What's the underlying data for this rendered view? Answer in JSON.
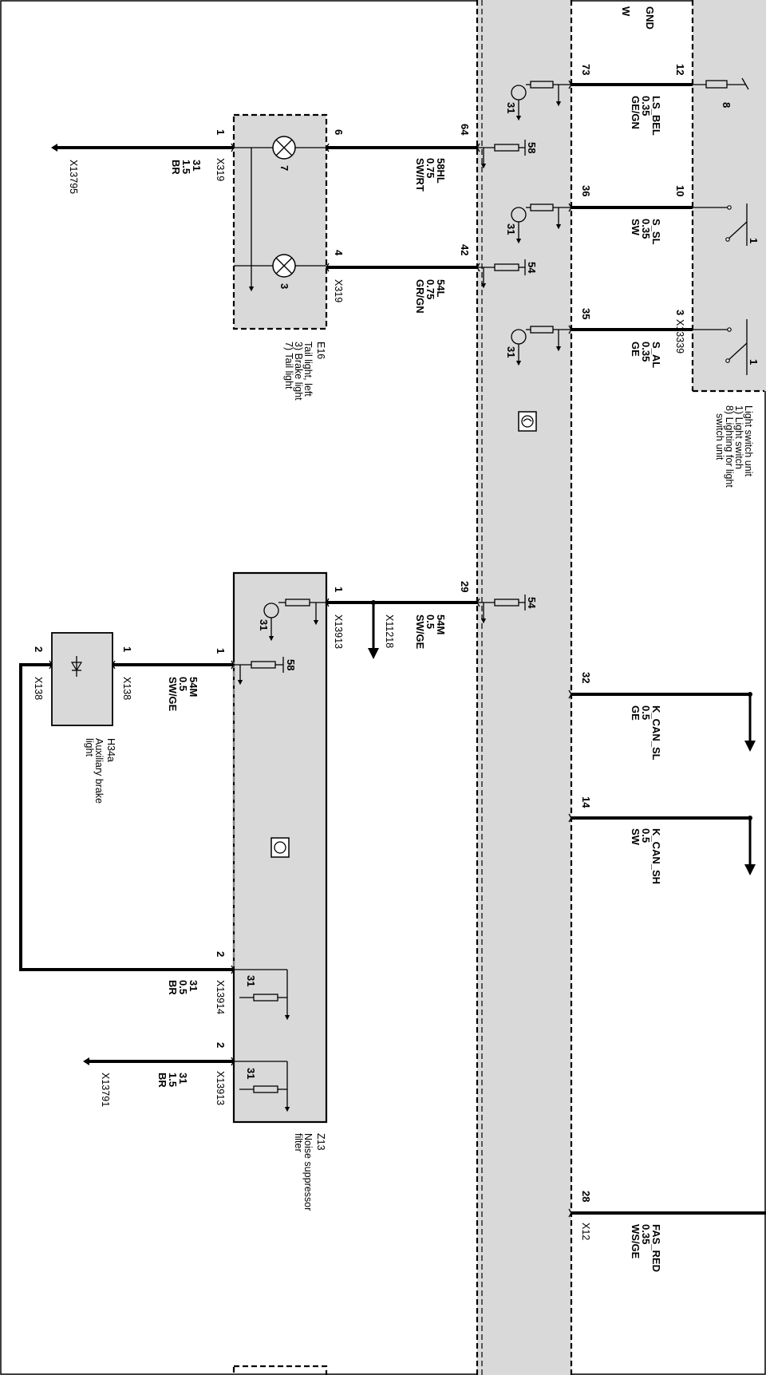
{
  "modules": {
    "light_switch_unit": {
      "header_text": "GND",
      "header_text_w": "W",
      "id": "X13339",
      "title": "Light switch unit",
      "item1": "1) Light switch",
      "item8": "8) Lighting for light",
      "item8_cont": "switch unit",
      "pin_12": "12",
      "pin_10": "10",
      "pin_3": "3",
      "comp_8": "8",
      "comp_1a": "1",
      "comp_1b": "1"
    },
    "e16": {
      "id": "E16",
      "title": "Tail light, left",
      "item3": "3) Brake light",
      "item7": "7) Tail light",
      "conn_top": "X319",
      "conn_bottom": "X319",
      "pin_1": "1",
      "pin_6": "6",
      "pin_4": "4",
      "lamp_7": "7",
      "lamp_3": "3"
    },
    "z13": {
      "id": "Z13",
      "title": "Noise suppressor",
      "title_cont": "filter",
      "conn_a": "X13913",
      "conn_b": "X13914",
      "conn_c": "X13913",
      "pin_1_top": "1",
      "pin_1_left": "1",
      "pin_2_a": "2",
      "pin_2_b": "2",
      "label_58": "58",
      "label_31_a": "31",
      "label_31_b": "31",
      "label_31_c": "31"
    },
    "h34a": {
      "id": "H34a",
      "title": "Auxiliary brake",
      "title_cont": "light",
      "conn_1": "X138",
      "conn_2": "X138",
      "pin_1": "1",
      "pin_2": "2"
    },
    "central": {
      "pin_73": "73",
      "pin_64": "64",
      "pin_36": "36",
      "pin_42": "42",
      "pin_35": "35",
      "pin_29": "29",
      "pin_32": "32",
      "pin_14": "14",
      "pin_28": "28",
      "label_58": "58",
      "label_54_a": "54",
      "label_54_b": "54",
      "label_31_a": "31",
      "label_31_b": "31",
      "label_31_c": "31",
      "conn_x12": "X12"
    }
  },
  "wires": {
    "ls_bel": {
      "signal": "LS_BEL",
      "size": "0.35",
      "color": "GE/GN"
    },
    "s_sl": {
      "signal": "S_SL",
      "size": "0.35",
      "color": "SW"
    },
    "s_al": {
      "signal": "S_AL",
      "size": "0.35",
      "color": "GE"
    },
    "w58hl": {
      "signal": "58HL",
      "size": "0.75",
      "color": "SW/RT"
    },
    "w54l": {
      "signal": "54L",
      "size": "0.75",
      "color": "GR/GN"
    },
    "w31_top": {
      "signal": "31",
      "size": "1.5",
      "color": "BR",
      "ground": "X13795"
    },
    "w54m_top": {
      "signal": "54M",
      "size": "0.5",
      "color": "SW/GE",
      "splice": "X11218"
    },
    "w54m_left": {
      "signal": "54M",
      "size": "0.5",
      "color": "SW/GE"
    },
    "k_can_sl": {
      "signal": "K_CAN_SL",
      "size": "0.5",
      "color": "GE"
    },
    "k_can_sh": {
      "signal": "K_CAN_SH",
      "size": "0.5",
      "color": "SW"
    },
    "w31_mid": {
      "signal": "31",
      "size": "0.5",
      "color": "BR"
    },
    "w31_bot": {
      "signal": "31",
      "size": "1.5",
      "color": "BR",
      "ground": "X13791"
    },
    "fas_red": {
      "signal": "FAS_RED",
      "size": "0.35",
      "color": "WS/GE"
    }
  }
}
